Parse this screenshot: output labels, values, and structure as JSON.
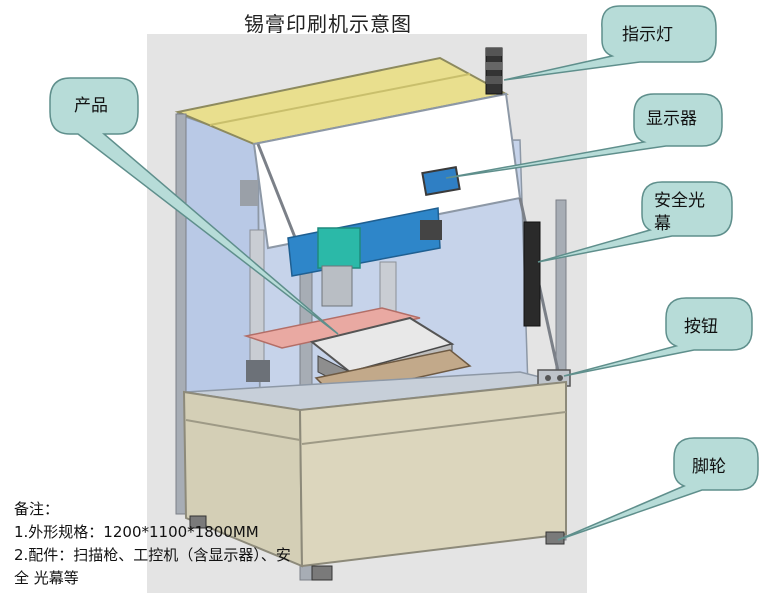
{
  "diagram": {
    "title": "锡膏印刷机示意图",
    "callouts": {
      "indicator_light": "指示灯",
      "product": "产品",
      "display": "显示器",
      "safety_curtain_line1": "安全光",
      "safety_curtain_line2": "幕",
      "button": "按钮",
      "caster": "脚轮"
    },
    "notes": {
      "heading": "备注：",
      "line1": "1.外形规格：1200*1100*1800MM",
      "line2": "2.配件：扫描枪、工控机（含显示器）、安",
      "line3": "全 光幕等"
    }
  },
  "colors": {
    "callout_fill": "#b7dcd8",
    "callout_stroke": "#5f8f8c",
    "frame": "#9aa0a8",
    "glass": "#b9c9e6",
    "top_panel": "#e9df8e",
    "hood": "#ffffff",
    "lower_panel": "#d8d2b8",
    "gantry": "#2e86c9",
    "carriage": "#2bb9a8",
    "platform": "#e9a9a2",
    "background_panel": "#e3e3e3"
  }
}
